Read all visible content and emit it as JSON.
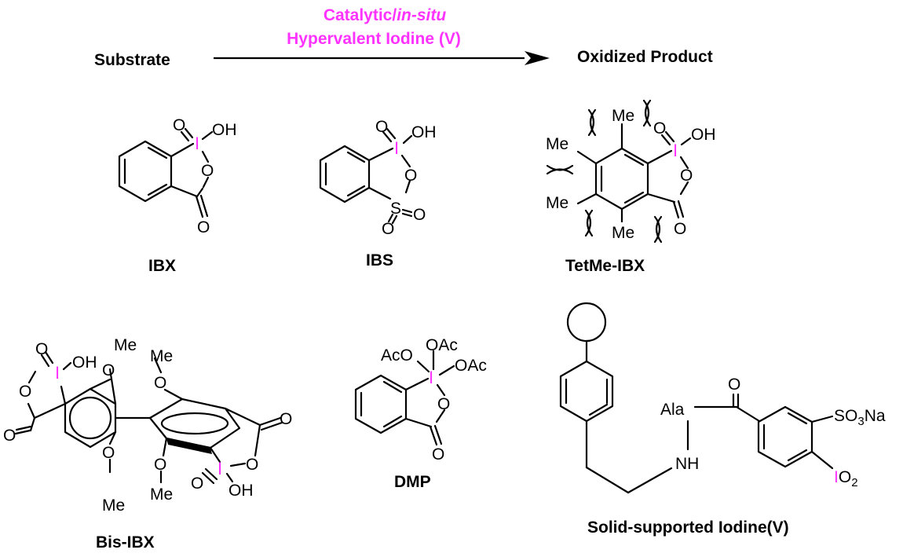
{
  "colors": {
    "accent": "#ff33ff",
    "ink": "#000000"
  },
  "scheme": {
    "substrate": "Substrate",
    "product": "Oxidized Product",
    "reagent_prefix": "Catalytic/",
    "reagent_italic": "in-situ",
    "reagent_line2": "Hypervalent Iodine (V)"
  },
  "compounds": {
    "ibx": {
      "name": "IBX"
    },
    "ibs": {
      "name": "IBS"
    },
    "tetme": {
      "name": "TetMe-IBX"
    },
    "bis": {
      "name": "Bis-IBX"
    },
    "dmp": {
      "name": "DMP"
    },
    "solid": {
      "name": "Solid-supported Iodine(V)"
    }
  },
  "atoms": {
    "iodine": "I",
    "oxygen": "O",
    "hydroxyl": "OH",
    "sulfur": "S",
    "methyl": "Me",
    "acetoxy": "OAc",
    "acetoxy_left": "AcO",
    "alanine": "Ala",
    "amine": "NH",
    "sulfonate_a": "SO",
    "sulfonate_n": "3",
    "sulfonate_b": "Na",
    "io2_o": "O",
    "io2_n": "2"
  }
}
